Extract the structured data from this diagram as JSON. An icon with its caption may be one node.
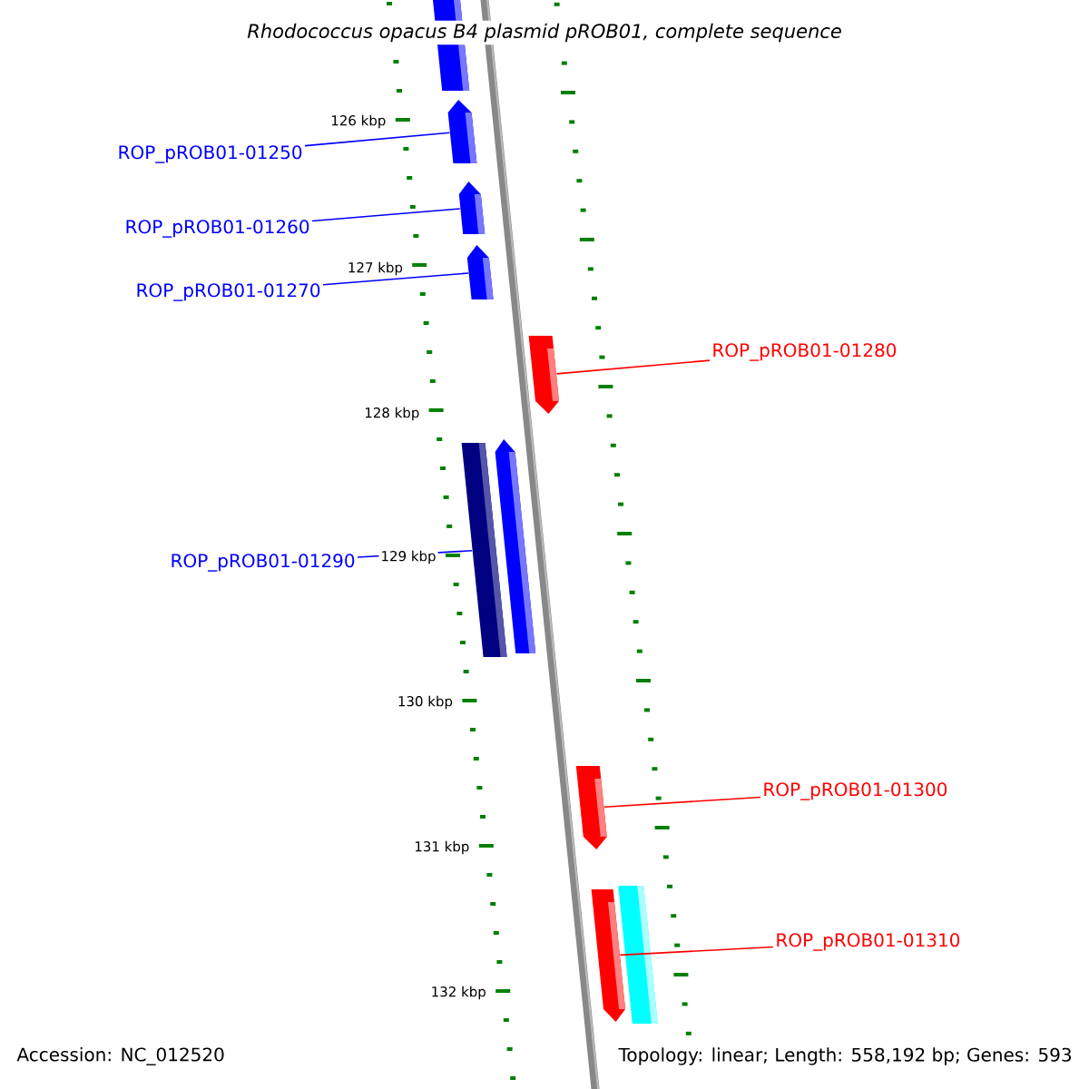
{
  "diagram": {
    "title": "Rhodococcus opacus B4 plasmid pROB01, complete sequence",
    "nodes": [
      {
        "text": [],
        "shape": "arrow"
      },
      {
        "text": [
          "ROP_pROB01-01250"
        ]
      },
      {
        "text": [],
        "shape": "arrow"
      },
      {
        "text": [
          "ROP_pROB01-01260"
        ]
      },
      {
        "text": [],
        "shape": "arrow"
      },
      {
        "text": [
          "ROP_pROB01-01270"
        ]
      },
      {
        "text": [],
        "shape": "arrow"
      },
      {
        "text": [
          "ROP_pROB01-01280"
        ]
      },
      {
        "text": [],
        "shape": "arrow"
      },
      {
        "text": [],
        "shape": "bar"
      },
      {
        "text": [],
        "shape": "arrow"
      },
      {
        "text": [
          "ROP_pROB01-01290"
        ]
      },
      {
        "text": [
          "ROP_pROB01-01300"
        ]
      },
      {
        "text": [],
        "shape": "arrow"
      },
      {
        "text": [
          "ROP_pROB01-01310"
        ]
      },
      {
        "text": [],
        "shape": "arrow"
      },
      {
        "text": [],
        "shape": "bar"
      }
    ],
    "edges": [
      {
        "from": 1,
        "to": 2,
        "arrow": "none"
      },
      {
        "from": 3,
        "to": 4,
        "arrow": "none"
      },
      {
        "from": 5,
        "to": 6,
        "arrow": "none"
      },
      {
        "from": 7,
        "to": 8,
        "arrow": "none",
        "color": "#ff0000"
      },
      {
        "from": 11,
        "to": 9,
        "arrow": "none"
      },
      {
        "from": 12,
        "to": 13,
        "arrow": "none",
        "color": "#ff0000"
      },
      {
        "from": 14,
        "to": 15,
        "arrow": "none",
        "color": "#ff0000"
      }
    ],
    "labels": [
      "126 kbp",
      "127 kbp",
      "128 kbp",
      "129 kbp",
      "130 kbp",
      "131 kbp",
      "132 kbp",
      "Accession: NC_012520",
      "Topology: linear; Length: 558,192 bp; Genes: 593"
    ]
  }
}
